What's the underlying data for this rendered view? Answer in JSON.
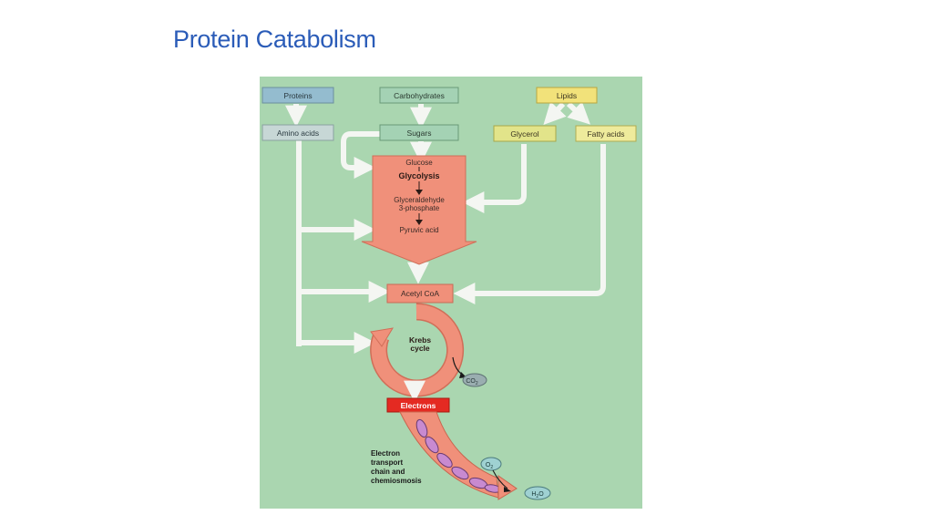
{
  "slide": {
    "title": "Protein Catabolism"
  },
  "diagram": {
    "proteins": "Proteins",
    "carbohydrates": "Carbohydrates",
    "lipids": "Lipids",
    "amino_acids": "Amino acids",
    "sugars": "Sugars",
    "glycerol": "Glycerol",
    "fatty_acids": "Fatty acids",
    "glucose": "Glucose",
    "glycolysis": "Glycolysis",
    "g3p_line1": "Glyceraldehyde",
    "g3p_line2": "3-phosphate",
    "pyruvic_acid": "Pyruvic acid",
    "acetyl_coa": "Acetyl CoA",
    "krebs_line1": "Krebs",
    "krebs_line2": "cycle",
    "co2": "CO",
    "co2_sub": "2",
    "electrons": "Electrons",
    "etc_line1": "Electron",
    "etc_line2": "transport",
    "etc_line3": "chain and",
    "etc_line4": "chemiosmosis",
    "o2": "O",
    "o2_sub": "2",
    "h2o_h": "H",
    "h2o_sub": "2",
    "h2o_o": "O"
  },
  "colors": {
    "background": "#aad6b0",
    "protein_box": "#94bccf",
    "carb_box": "#a4d2b4",
    "lipid_box": "#f2e27a",
    "salmon": "#f0907a",
    "electrons_box": "#e42a22",
    "title": "#2b5cb8"
  }
}
